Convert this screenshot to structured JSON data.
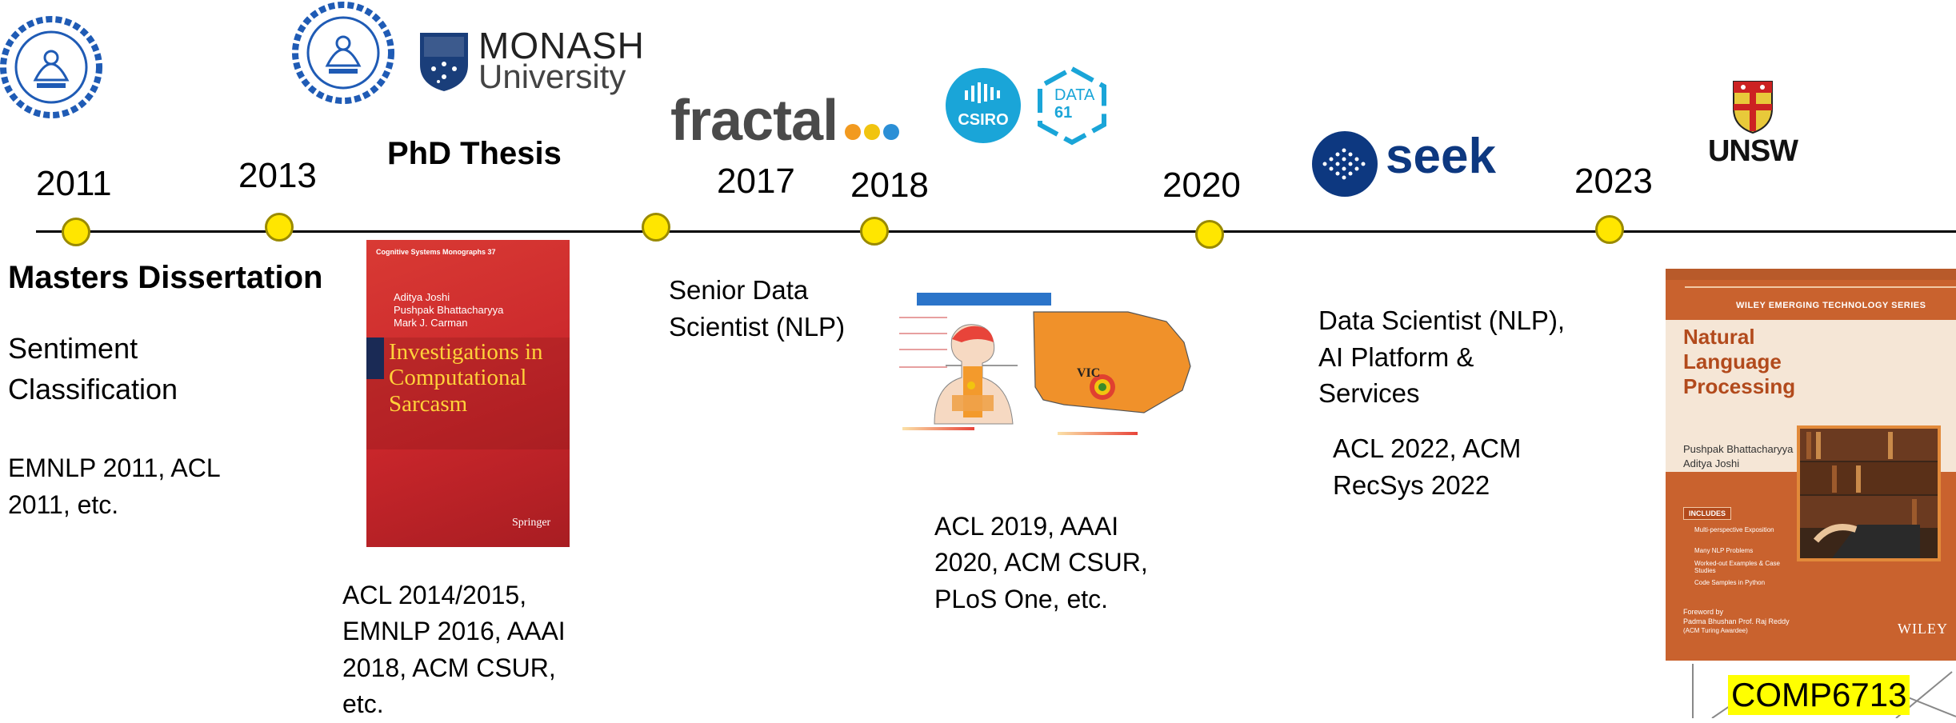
{
  "years": [
    "2011",
    "2013",
    "2017",
    "2018",
    "2020",
    "2023"
  ],
  "phd_title": "PhD Thesis",
  "masters": {
    "title": "Masters Dissertation",
    "topic": "Sentiment Classification",
    "pubs": "EMNLP 2011, ACL 2011, etc."
  },
  "phd_pubs": "ACL 2014/2015, EMNLP 2016, AAAI 2018, ACM CSUR, etc.",
  "fractal_role": "Senior Data Scientist (NLP)",
  "csiro_pubs": "ACL 2019, AAAI 2020, ACM CSUR, PLoS One, etc.",
  "seek_role": "Data Scientist (NLP), AI Platform & Services",
  "seek_pubs": "ACL 2022, ACM RecSys 2022",
  "course_code": "COMP6713",
  "logos": {
    "monash_line1": "MONASH",
    "monash_line2": "University",
    "fractal": "fractal",
    "csiro": "CSIRO",
    "data61_line1": "DATA",
    "data61_line2": "61",
    "seek": "seek",
    "unsw": "UNSW"
  },
  "thesis_book": {
    "series": "Cognitive Systems Monographs  37",
    "authors": [
      "Aditya Joshi",
      "Pushpak Bhattacharyya",
      "Mark J. Carman"
    ],
    "title": "Investigations in Computational Sarcasm",
    "publisher": "Springer"
  },
  "nlp_book": {
    "series": "WILEY EMERGING TECHNOLOGY SERIES",
    "title": "Natural Language Processing",
    "authors": [
      "Pushpak Bhattacharyya",
      "Aditya Joshi"
    ],
    "includes_label": "INCLUDES",
    "includes": [
      "Multi-perspective Exposition",
      "Many NLP Problems",
      "Worked-out Examples & Case Studies",
      "Code Samples in Python"
    ],
    "foreword_label": "Foreword by",
    "foreword": "Padma Bhushan Prof. Raj Reddy",
    "foreword_note": "(ACM Turing Awardee)",
    "publisher": "WILEY"
  },
  "map_label": "VIC",
  "colors": {
    "dot": "#ffe600",
    "csiro": "#1aa5d8",
    "seek": "#0d3880",
    "book_red": "#c9262b",
    "book_orange": "#c9622e",
    "highlight": "#ffff00"
  }
}
